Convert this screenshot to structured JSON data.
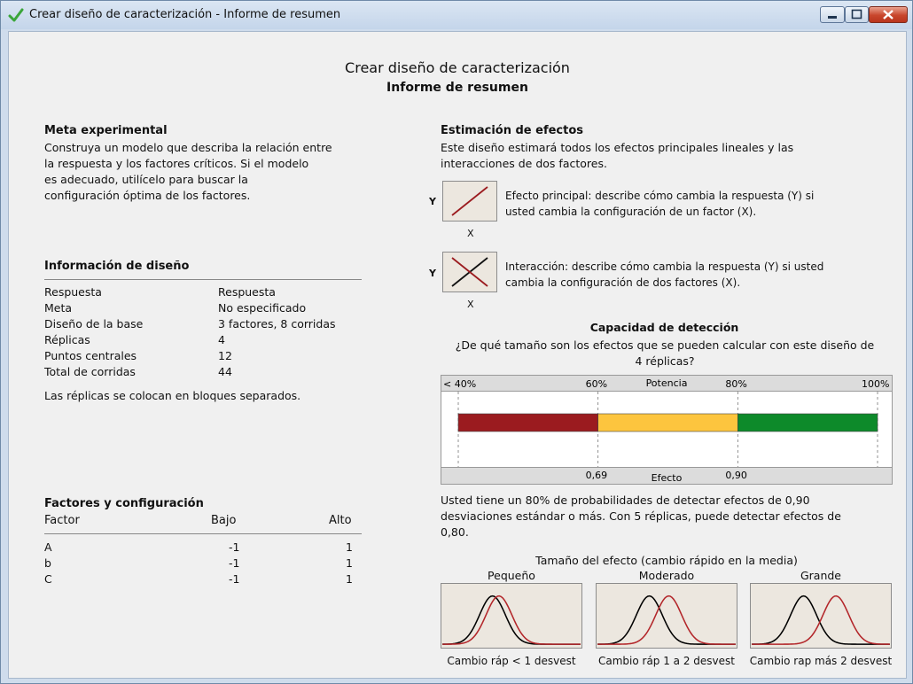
{
  "window": {
    "title": "Crear diseño de caracterización - Informe de resumen"
  },
  "header": {
    "title": "Crear diseño de caracterización",
    "subtitle": "Informe de resumen"
  },
  "goal": {
    "heading": "Meta experimental",
    "lines": [
      "Construya un modelo que describa la relación entre",
      "la respuesta y los factores críticos. Si el modelo",
      "es adecuado, utilícelo para buscar la",
      "configuración óptima de los factores."
    ]
  },
  "design_info": {
    "heading": "Información de diseño",
    "rows": [
      {
        "label": "Respuesta",
        "value": "Respuesta"
      },
      {
        "label": "Meta",
        "value": "No especificado"
      },
      {
        "label": "Diseño de la base",
        "value": "3 factores, 8 corridas"
      },
      {
        "label": "Réplicas",
        "value": "4"
      },
      {
        "label": "Puntos centrales",
        "value": "12"
      },
      {
        "label": "Total de corridas",
        "value": "44"
      }
    ],
    "note": "Las réplicas se colocan en bloques separados."
  },
  "factors": {
    "heading": "Factores y configuración",
    "col_factor": "Factor",
    "col_low": "Bajo",
    "col_high": "Alto",
    "rows": [
      {
        "factor": "A",
        "low": "-1",
        "high": "1"
      },
      {
        "factor": "b",
        "low": "-1",
        "high": "1"
      },
      {
        "factor": "C",
        "low": "-1",
        "high": "1"
      }
    ]
  },
  "effects": {
    "heading": "Estimación de efectos",
    "lines": [
      "Este diseño estimará todos los efectos principales lineales y las",
      "interacciones de dos factores."
    ],
    "main_effect": {
      "y_label": "Y",
      "x_label": "X",
      "lines": [
        "Efecto principal: describe cómo cambia la respuesta (Y) si",
        "usted cambia la configuración de un factor (X)."
      ]
    },
    "interaction": {
      "y_label": "Y",
      "x_label": "X",
      "lines": [
        "Interacción: describe cómo cambia la respuesta (Y) si usted",
        "cambia la configuración de dos factores (X)."
      ]
    }
  },
  "detection": {
    "heading": "Capacidad de detección",
    "question_line1": "¿De qué tamaño son los efectos que se pueden calcular con este diseño de",
    "question_line2": "4 réplicas?",
    "power_label": "Potencia",
    "effect_label": "Efecto",
    "power_ticks": [
      "< 40%",
      "60%",
      "80%",
      "100%"
    ],
    "effect_ticks": [
      "0,69",
      "0,90"
    ],
    "segments": [
      {
        "from": 0.4,
        "to": 0.6,
        "color": "#9b1b1f"
      },
      {
        "from": 0.6,
        "to": 0.8,
        "color": "#fdc53e"
      },
      {
        "from": 0.8,
        "to": 1.0,
        "color": "#0d8a2a"
      }
    ],
    "summary_lines": [
      "Usted tiene un 80% de probabilidades de detectar efectos de 0,90",
      "desviaciones estándar o más. Con 5 réplicas, puede detectar efectos de",
      "0,80."
    ]
  },
  "effect_size": {
    "heading": "Tamaño del efecto (cambio rápido en la media)",
    "panels": [
      {
        "label": "Pequeño",
        "caption": "Cambio ráp < 1 desvest",
        "shift": 0.5
      },
      {
        "label": "Moderado",
        "caption": "Cambio ráp 1 a 2 desvest",
        "shift": 1.5
      },
      {
        "label": "Grande",
        "caption": "Cambio rap más 2 desvest",
        "shift": 2.5
      }
    ]
  },
  "colors": {
    "accent_red": "#9b1b1f",
    "curve_black": "#000000",
    "curve_red": "#b3262a"
  }
}
